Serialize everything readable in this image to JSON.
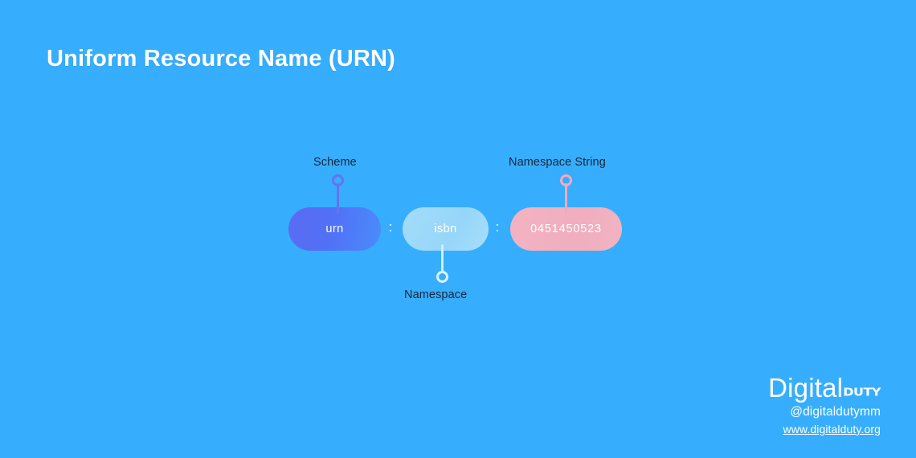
{
  "slide": {
    "title": "Uniform Resource Name (URN)",
    "background_color": "#36aefd",
    "title_color": "#ffffff"
  },
  "diagram": {
    "type": "urn-syntax-breakdown",
    "separators": [
      ":",
      ":"
    ],
    "parts": [
      {
        "id": "scheme",
        "value": "urn",
        "label": "Scheme",
        "label_position": "above",
        "pill_color": "#5a6cf2",
        "connector_color": "#6573ef",
        "text_color": "#ffffff"
      },
      {
        "id": "namespace",
        "value": "isbn",
        "label": "Namespace",
        "label_position": "below",
        "pill_color": "#9ad8f7",
        "connector_color": "#daf2fe",
        "text_color": "#ffffff"
      },
      {
        "id": "namespace-string",
        "value": "0451450523",
        "label": "Namespace String",
        "label_position": "above",
        "pill_color": "#f3b3c3",
        "connector_color": "#f4a9bb",
        "text_color": "#ffffff"
      }
    ],
    "label_color": "#15263b"
  },
  "branding": {
    "logo_main": "Digital",
    "logo_sub": "DUTY",
    "handle": "@digitaldutymm",
    "url": "www.digitalduty.org"
  }
}
